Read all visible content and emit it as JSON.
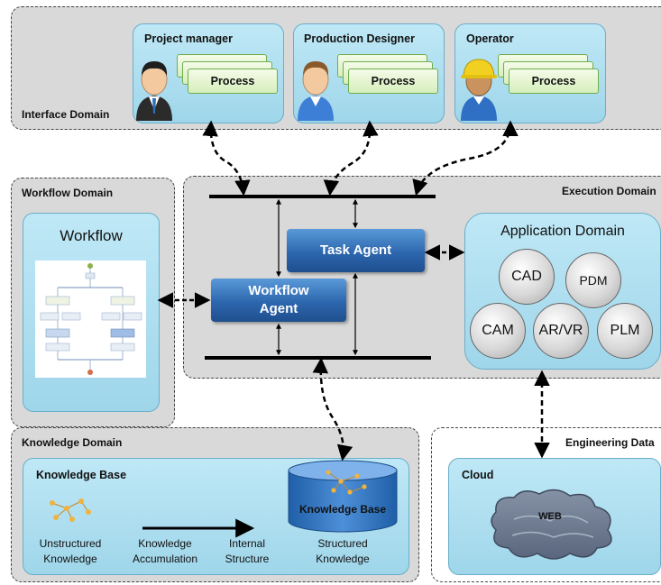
{
  "interface_domain": {
    "label": "Interface Domain",
    "roles": [
      {
        "title": "Project manager",
        "process_label": "Process"
      },
      {
        "title": "Production  Designer",
        "process_label": "Process"
      },
      {
        "title": "Operator",
        "process_label": "Process"
      }
    ]
  },
  "workflow_domain": {
    "label": "Workflow Domain",
    "panel_title": "Workflow"
  },
  "execution_domain": {
    "label": "Execution Domain",
    "task_agent": "Task Agent",
    "workflow_agent_line1": "Workflow",
    "workflow_agent_line2": "Agent",
    "application_domain": {
      "title": "Application Domain",
      "items": [
        "CAD",
        "PDM",
        "CAM",
        "AR/VR",
        "PLM"
      ]
    }
  },
  "knowledge_domain": {
    "label": "Knowledge Domain",
    "panel_title": "Knowledge Base",
    "unstructured_line1": "Unstructured",
    "unstructured_line2": "Knowledge",
    "accumulation_line1": "Knowledge",
    "accumulation_line2": "Accumulation",
    "internal_line1": "Internal",
    "internal_line2": "Structure",
    "cylinder_label": "Knowledge Base",
    "structured_line1": "Structured",
    "structured_line2": "Knowledge"
  },
  "engineering_data": {
    "label": "Engineering Data",
    "cloud_title": "Cloud",
    "cloud_text": "WEB"
  },
  "colors": {
    "agent_blue": "#2d66ae",
    "panel_cyan": "#a9dcee",
    "process_green": "#d6eebb",
    "domain_grey": "#d9d9d9"
  }
}
